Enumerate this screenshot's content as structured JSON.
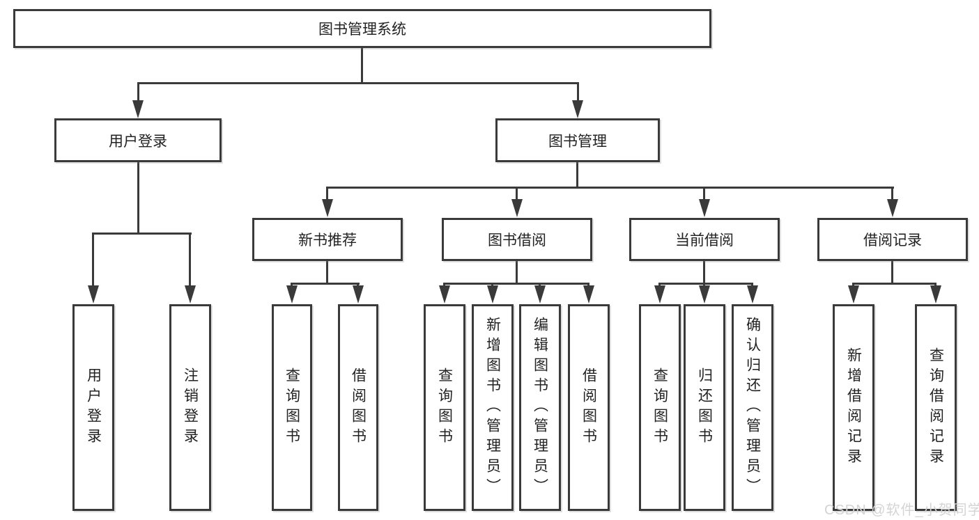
{
  "tree": {
    "label": "图书管理系统",
    "children": [
      {
        "label": "用户登录",
        "children": [
          {
            "label": "用户登录"
          },
          {
            "label": "注销登录"
          }
        ]
      },
      {
        "label": "图书管理",
        "children": [
          {
            "label": "新书推荐",
            "children": [
              {
                "label": "查询图书"
              },
              {
                "label": "借阅图书"
              }
            ]
          },
          {
            "label": "图书借阅",
            "children": [
              {
                "label": "查询图书"
              },
              {
                "label": "新增图书（管理员）"
              },
              {
                "label": "编辑图书（管理员）"
              },
              {
                "label": "借阅图书"
              }
            ]
          },
          {
            "label": "当前借阅",
            "children": [
              {
                "label": "查询图书"
              },
              {
                "label": "归还图书"
              },
              {
                "label": "确认归还（管理员）"
              }
            ]
          },
          {
            "label": "借阅记录",
            "children": [
              {
                "label": "新增借阅记录"
              },
              {
                "label": "查询借阅记录"
              }
            ]
          }
        ]
      }
    ]
  },
  "watermark": {
    "text": "CSDN @软件_小贺同学"
  },
  "colors": {
    "line": "#3a3a3a",
    "text": "#222222",
    "background": "#ffffff",
    "watermark": "#d4d4d4"
  }
}
